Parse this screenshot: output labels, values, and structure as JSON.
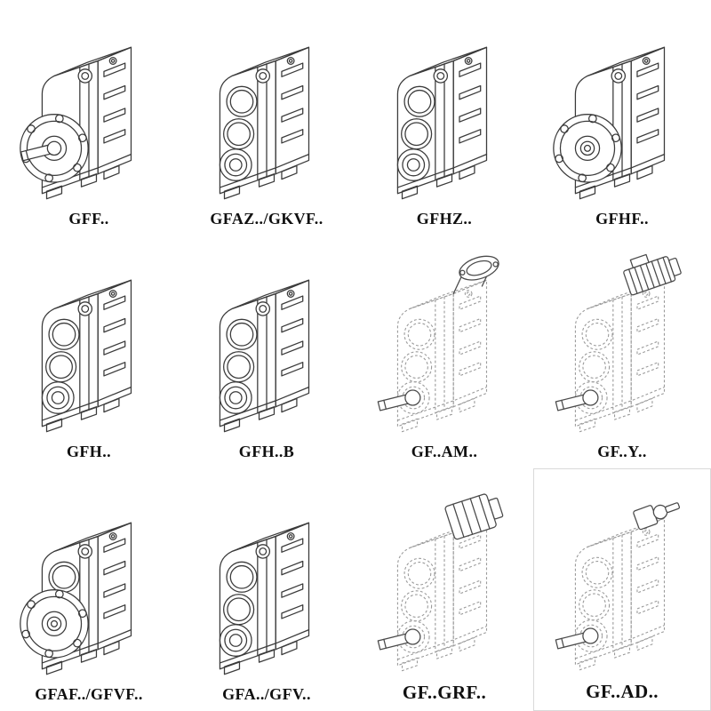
{
  "items": [
    {
      "label": "GFF..",
      "drawing": "flange-mounted-gearbox-solid-shaft",
      "line_style": "solid"
    },
    {
      "label": "GFAZ../GKVF..",
      "drawing": "hollow-shaft-gearbox",
      "line_style": "solid"
    },
    {
      "label": "GFHZ..",
      "drawing": "hollow-shaft-gearbox",
      "line_style": "solid"
    },
    {
      "label": "GFHF..",
      "drawing": "flange-mounted-hollow-shaft-gearbox",
      "line_style": "solid"
    },
    {
      "label": "GFH..",
      "drawing": "hollow-shaft-gearbox",
      "line_style": "solid"
    },
    {
      "label": "GFH..B",
      "drawing": "hollow-shaft-gearbox-foot-mounted",
      "line_style": "solid"
    },
    {
      "label": "GF..AM..",
      "drawing": "gearbox-with-motor-adapter-flange",
      "line_style": "dashed"
    },
    {
      "label": "GF..Y..",
      "drawing": "gearbox-with-mounted-motor",
      "line_style": "dashed"
    },
    {
      "label": "GFAF../GFVF..",
      "drawing": "flange-mounted-hollow-shaft-gearbox",
      "line_style": "solid"
    },
    {
      "label": "GFA../GFV..",
      "drawing": "hollow-shaft-gearbox",
      "line_style": "solid"
    },
    {
      "label": "GF..GRF..",
      "drawing": "gearbox-with-primary-gear-unit",
      "line_style": "dashed"
    },
    {
      "label": "GF..AD..",
      "drawing": "gearbox-with-input-shaft-adapter",
      "line_style": "dashed"
    }
  ],
  "colors": {
    "solid_line": "#3b3b3b",
    "dashed_line": "#9b9b9b",
    "attachment_line": "#4a4a4a",
    "label_text": "#101010",
    "box_border": "#d9d9d9",
    "background": "#ffffff"
  }
}
